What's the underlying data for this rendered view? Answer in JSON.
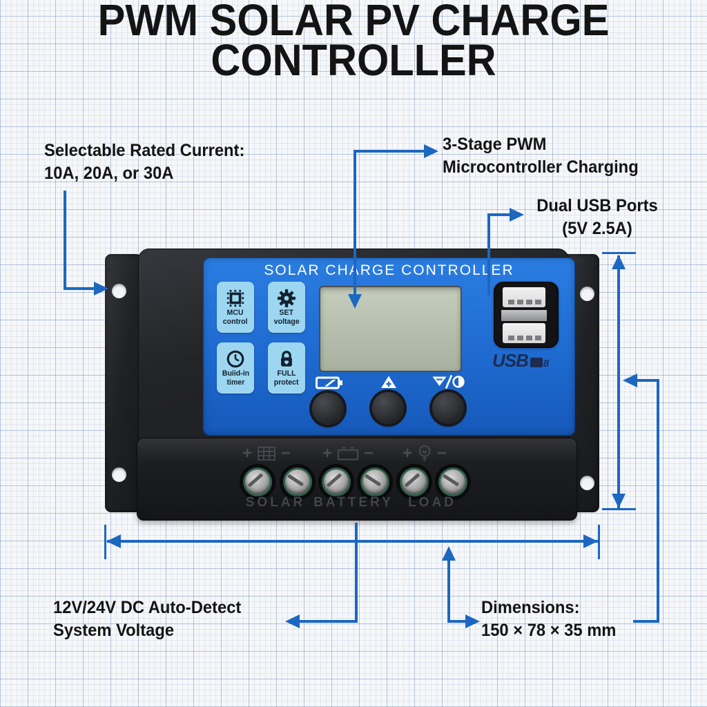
{
  "title": {
    "line1": "PWM SOLAR PV CHARGE",
    "line2": "CONTROLLER"
  },
  "annotations": {
    "rated_current": {
      "line1": "Selectable Rated Current:",
      "line2": "10A, 20A, or 30A"
    },
    "pwm": {
      "line1": "3-Stage PWM",
      "line2": "Microcontroller Charging"
    },
    "usb": {
      "line1": "Dual USB Ports",
      "line2": "(5V 2.5A)"
    },
    "voltage": {
      "line1": "12V/24V DC Auto-Detect",
      "line2": "System Voltage"
    },
    "dimensions": {
      "line1": "Dimensions:",
      "line2": "150 × 78 × 35 mm"
    }
  },
  "device": {
    "header": "SOLAR CHARGE CONTROLLER",
    "features": [
      {
        "icon": "mcu-chip-icon",
        "line1": "MCU",
        "line2": "control"
      },
      {
        "icon": "gear-icon",
        "line1": "SET",
        "line2": "voltage"
      },
      {
        "icon": "clock-icon",
        "line1": "Buiid-in",
        "line2": "timer"
      },
      {
        "icon": "padlock-icon",
        "line1": "FULL",
        "line2": "protect"
      }
    ],
    "usb_logo": {
      "text": "USB",
      "suffix": "8"
    },
    "terminals": {
      "plus": "+",
      "minus": "−",
      "groups": [
        {
          "label": "SOLAR",
          "icon": "solar-panel-icon"
        },
        {
          "label": "BATTERY",
          "icon": "battery-symbol-icon"
        },
        {
          "label": "LOAD",
          "icon": "bulb-icon"
        }
      ]
    }
  },
  "colors": {
    "accent_blue": "#1c67c0",
    "panel_blue": "#1e6ad0",
    "tile_blue": "#9dd6f0",
    "body_dark": "#202124",
    "lcd_gray": "#b7c0b0"
  }
}
